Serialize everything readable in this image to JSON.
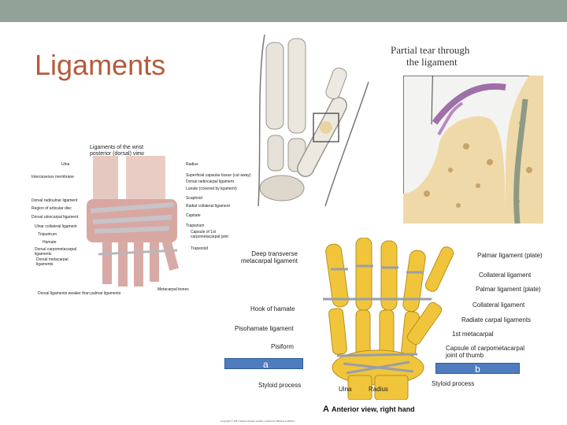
{
  "slide": {
    "title": "Ligaments",
    "colors": {
      "top_bar": "#93a299",
      "title": "#b55a3b",
      "label_box": "#4f7cbf"
    }
  },
  "wrist_posterior": {
    "heading1": "Ligaments of the wrist",
    "heading2": "posterior (dorsal) view",
    "left_labels": [
      "Ulna",
      "Interosseous membrane",
      "Dorsal radioulnar ligament",
      "Region of articular disc",
      "Dorsal ulnocarpal ligament",
      "Ulnar collateral ligament",
      "Triquetrum",
      "Hamate",
      "Dorsal carpometacarpal ligaments",
      "Dorsal metacarpal ligaments"
    ],
    "right_labels": [
      "Radius",
      "Superficial capsular tissue (cut away)",
      "Dorsal radiocarpal ligament",
      "Lunate (covered by ligament)",
      "Scaphoid",
      "Radial collateral ligament",
      "Capitate",
      "Trapezium",
      "Capsule of 1st carpometacarpal joint",
      "Trapezoid",
      "Metacarpal bones"
    ],
    "footer": "Dorsal ligaments weaker than palmar ligaments"
  },
  "tear_diagram": {
    "caption_line1": "Partial tear through",
    "caption_line2": "the ligament"
  },
  "anterior_hand": {
    "left_labels": [
      "Deep transverse metacarpal ligament",
      "Hook of hamate",
      "Pisohamate ligament",
      "Pisiform",
      "Styloid process"
    ],
    "right_labels": [
      "Palmar ligament (plate)",
      "Collateral ligament",
      "Palmar ligament (plate)",
      "Collateral ligament",
      "Radiate carpal ligaments",
      "1st metacarpal",
      "Capsule of carpometacarpal joint of thumb",
      "Styloid process"
    ],
    "bone_labels": [
      "Ulna",
      "Radius"
    ],
    "caption_letter": "A",
    "caption_text": "Anterior view, right hand",
    "copyright": "Copyright © 2017 Wolters Kluwer Health | Lippincott Williams & Wilkins"
  },
  "answer_boxes": {
    "a": "a",
    "b": "b"
  }
}
